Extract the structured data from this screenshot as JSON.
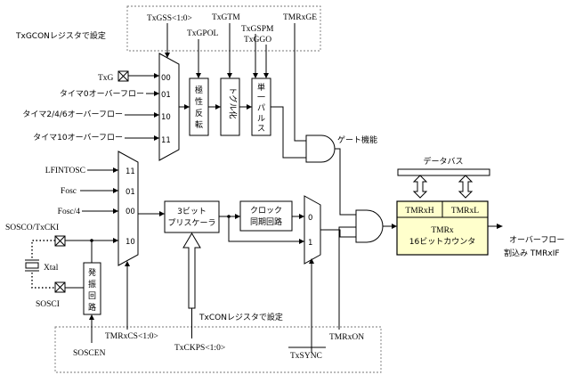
{
  "regs": {
    "txgcon_label": "TxGCONレジスタで設定",
    "txcon_label": "TxCONレジスタで設定",
    "txgss": "TxGSS<1:0>",
    "txgtm": "TxGTM",
    "txgpol": "TxGPOL",
    "txgspm": "TxGSPM",
    "txggo": "TxGGO",
    "tmrxge": "TMRxGE",
    "tmrxcs": "TMRxCS<1:0>",
    "txckps": "TxCKPS<1:0>",
    "tmrxon": "TMRxON",
    "txsync": "TxSYNC"
  },
  "gate_inputs": [
    "TxG",
    "タイマ0オーバーフロー",
    "タイマ2/4/6オーバーフロー",
    "タイマ10オーバーフロー"
  ],
  "gate_mux_sel": [
    "00",
    "01",
    "10",
    "11"
  ],
  "clock_inputs": [
    "LFINTOSC",
    "Fosc",
    "Fosc/4",
    "SOSCO/TxCKI"
  ],
  "clock_mux_sel": [
    "11",
    "01",
    "00",
    "10"
  ],
  "blocks": {
    "polarity": [
      "極",
      "性",
      "反",
      "転"
    ],
    "toggle": "トグル化",
    "single_pulse": [
      "単",
      "一",
      "パ",
      "ル",
      "ス"
    ],
    "osc": [
      "発",
      "振",
      "回",
      "路"
    ],
    "prescaler": [
      "3ビット",
      "プリスケーラ"
    ],
    "sync": [
      "クロック",
      "同期回路"
    ],
    "gate_logic": "ゲート機能"
  },
  "osc_pins": {
    "xtal": "Xtal",
    "sosci": "SOSCI",
    "soscen": "SOSCEN"
  },
  "sync_mux_sel": [
    "0",
    "1"
  ],
  "databus": "データバス",
  "timer": {
    "high": "TMRxH",
    "low": "TMRxL",
    "name": "TMRx",
    "desc": "16ビットカウンタ"
  },
  "output": {
    "line1": "オーバーフロー",
    "line2": "割込み TMRxIF"
  },
  "colors": {
    "timer_fill": "#ffffcc",
    "register_box_border": "#777777"
  }
}
